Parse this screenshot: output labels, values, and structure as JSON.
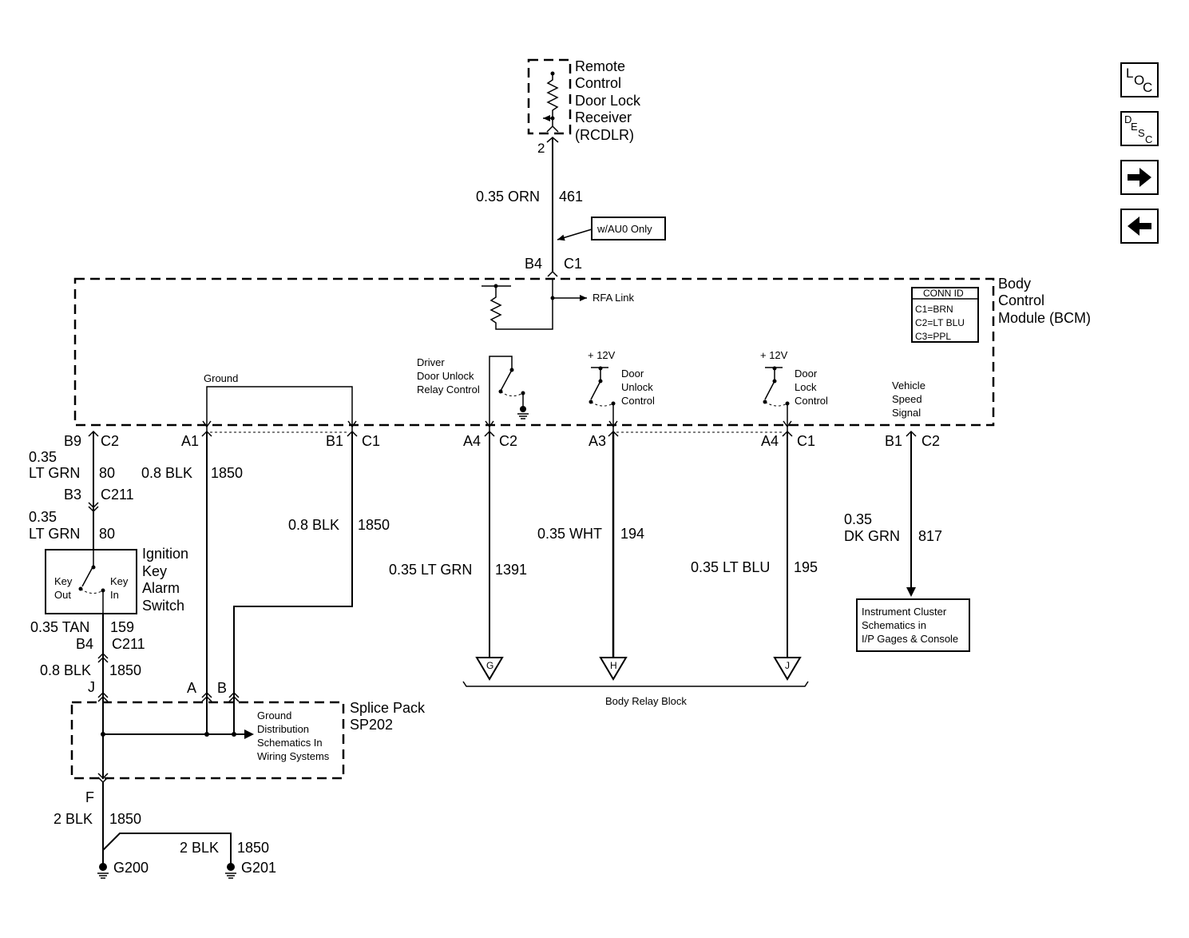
{
  "rcdlr": {
    "l1": "Remote",
    "l2": "Control",
    "l3": "Door Lock",
    "l4": "Receiver",
    "l5": "(RCDLR)",
    "pin": "2"
  },
  "w461": {
    "size": "0.35 ORN",
    "circuit": "461"
  },
  "option_note": "w/AU0 Only",
  "bcm_top": {
    "pin": "B4",
    "conn": "C1"
  },
  "bcm": {
    "l1": "Body",
    "l2": "Control",
    "l3": "Module (BCM)"
  },
  "rfa_link": "RFA Link",
  "conn_id": {
    "title": "CONN ID",
    "c1": "C1=BRN",
    "c2": "C2=LT BLU",
    "c3": "C3=PPL"
  },
  "ground_label": "Ground",
  "driver_unlock": {
    "l1": "Driver",
    "l2": "Door Unlock",
    "l3": "Relay Control"
  },
  "unlock_ctrl": {
    "v": "+ 12V",
    "l1": "Door",
    "l2": "Unlock",
    "l3": "Control"
  },
  "lock_ctrl": {
    "v": "+ 12V",
    "l1": "Door",
    "l2": "Lock",
    "l3": "Control"
  },
  "vss": {
    "l1": "Vehicle",
    "l2": "Speed",
    "l3": "Signal"
  },
  "pins": {
    "b9": "B9",
    "b9c": "C2",
    "a1": "A1",
    "b1": "B1",
    "b1c": "C1",
    "a4a": "A4",
    "a4ac": "C2",
    "a3": "A3",
    "a4b": "A4",
    "a4bc": "C1",
    "b1b": "B1",
    "b1bc": "C2"
  },
  "w80a": {
    "size1": "0.35",
    "size2": "LT GRN",
    "circuit": "80"
  },
  "c211_top": {
    "pin": "B3",
    "conn": "C211"
  },
  "w80b": {
    "size1": "0.35",
    "size2": "LT GRN",
    "circuit": "80"
  },
  "ign": {
    "l1": "Ignition",
    "l2": "Key",
    "l3": "Alarm",
    "l4": "Switch",
    "key_out1": "Key",
    "key_out2": "Out",
    "key_in1": "Key",
    "key_in2": "In"
  },
  "w159": {
    "size": "0.35 TAN",
    "circuit": "159"
  },
  "c211_bot": {
    "pin": "B4",
    "conn": "C211"
  },
  "w1850a": {
    "size": "0.8 BLK",
    "circuit": "1850"
  },
  "w1850b": {
    "size": "0.8 BLK",
    "circuit": "1850"
  },
  "w1850c": {
    "size": "0.8 BLK",
    "circuit": "1850"
  },
  "w1391": {
    "size": "0.35 LT GRN",
    "circuit": "1391"
  },
  "w194": {
    "size": "0.35 WHT",
    "circuit": "194"
  },
  "w195": {
    "size": "0.35 LT BLU",
    "circuit": "195"
  },
  "w817": {
    "size1": "0.35",
    "size2": "DK GRN",
    "circuit": "817"
  },
  "ipc_ref": {
    "l1": "Instrument Cluster",
    "l2": "Schematics in",
    "l3": "I/P Gages & Console"
  },
  "relay_block": {
    "label": "Body Relay Block",
    "g": "G",
    "h": "H",
    "j": "J"
  },
  "splice": {
    "l1": "Splice Pack",
    "l2": "SP202",
    "pin_j": "J",
    "pin_a": "A",
    "pin_b": "B",
    "pin_f": "F"
  },
  "gnd_ref": {
    "l1": "Ground",
    "l2": "Distribution",
    "l3": "Schematics In",
    "l4": "Wiring Systems"
  },
  "w2blk_a": {
    "size": "2 BLK",
    "circuit": "1850"
  },
  "w2blk_b": {
    "size": "2 BLK",
    "circuit": "1850"
  },
  "g200": "G200",
  "g201": "G201",
  "nav": {
    "loc_1": "L",
    "loc_2": "O",
    "loc_3": "C",
    "desc_1": "D",
    "desc_2": "E",
    "desc_3": "S",
    "desc_4": "C"
  }
}
